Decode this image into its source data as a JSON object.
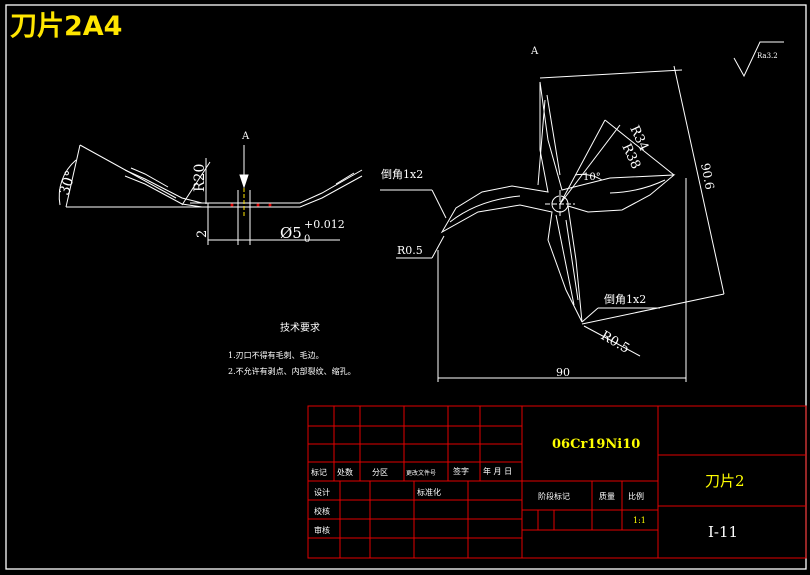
{
  "sheet_title": "刀片2A4",
  "colors": {
    "background": "#000000",
    "outline": "#ffffff",
    "table_grid": "#e10000",
    "table_text": "#ffff00",
    "title_text": "#ffe600"
  },
  "drawing": {
    "side_view": {
      "view_marker": "A",
      "angle": "30°",
      "radius": "R20",
      "thickness": "2",
      "bore_dia": "Ø5",
      "bore_tol_upper": "+0.012",
      "bore_tol_lower": "0"
    },
    "top_view": {
      "view_marker": "A",
      "roughness": "Ra3.2",
      "chamfer_1": "倒角1x2",
      "chamfer_2": "倒角1x2",
      "r_small_1": "R0.5",
      "r_small_2": "R0.5",
      "r34": "R34",
      "r38": "R38",
      "angle_10": "10°",
      "dim_90": "90",
      "dim_90_6": "90.6"
    },
    "tech_req": {
      "heading": "技术要求",
      "item_1": "1.刃口不得有毛刺、毛边。",
      "item_2": "2.不允许有剥点、内部裂纹、缩孔。"
    }
  },
  "title_block": {
    "material": "06Cr19Ni10",
    "part_name": "刀片2",
    "drawing_no": "I-11",
    "scale_value": "1:1",
    "labels": {
      "mark": "标记",
      "count": "处数",
      "zone": "分区",
      "change_doc": "更改文件号",
      "signature": "签字",
      "date": "年 月 日",
      "design": "设计",
      "standardize": "标准化",
      "check": "校核",
      "review": "审核",
      "stage_mark": "阶段标记",
      "weight": "质量",
      "scale": "比例"
    }
  }
}
